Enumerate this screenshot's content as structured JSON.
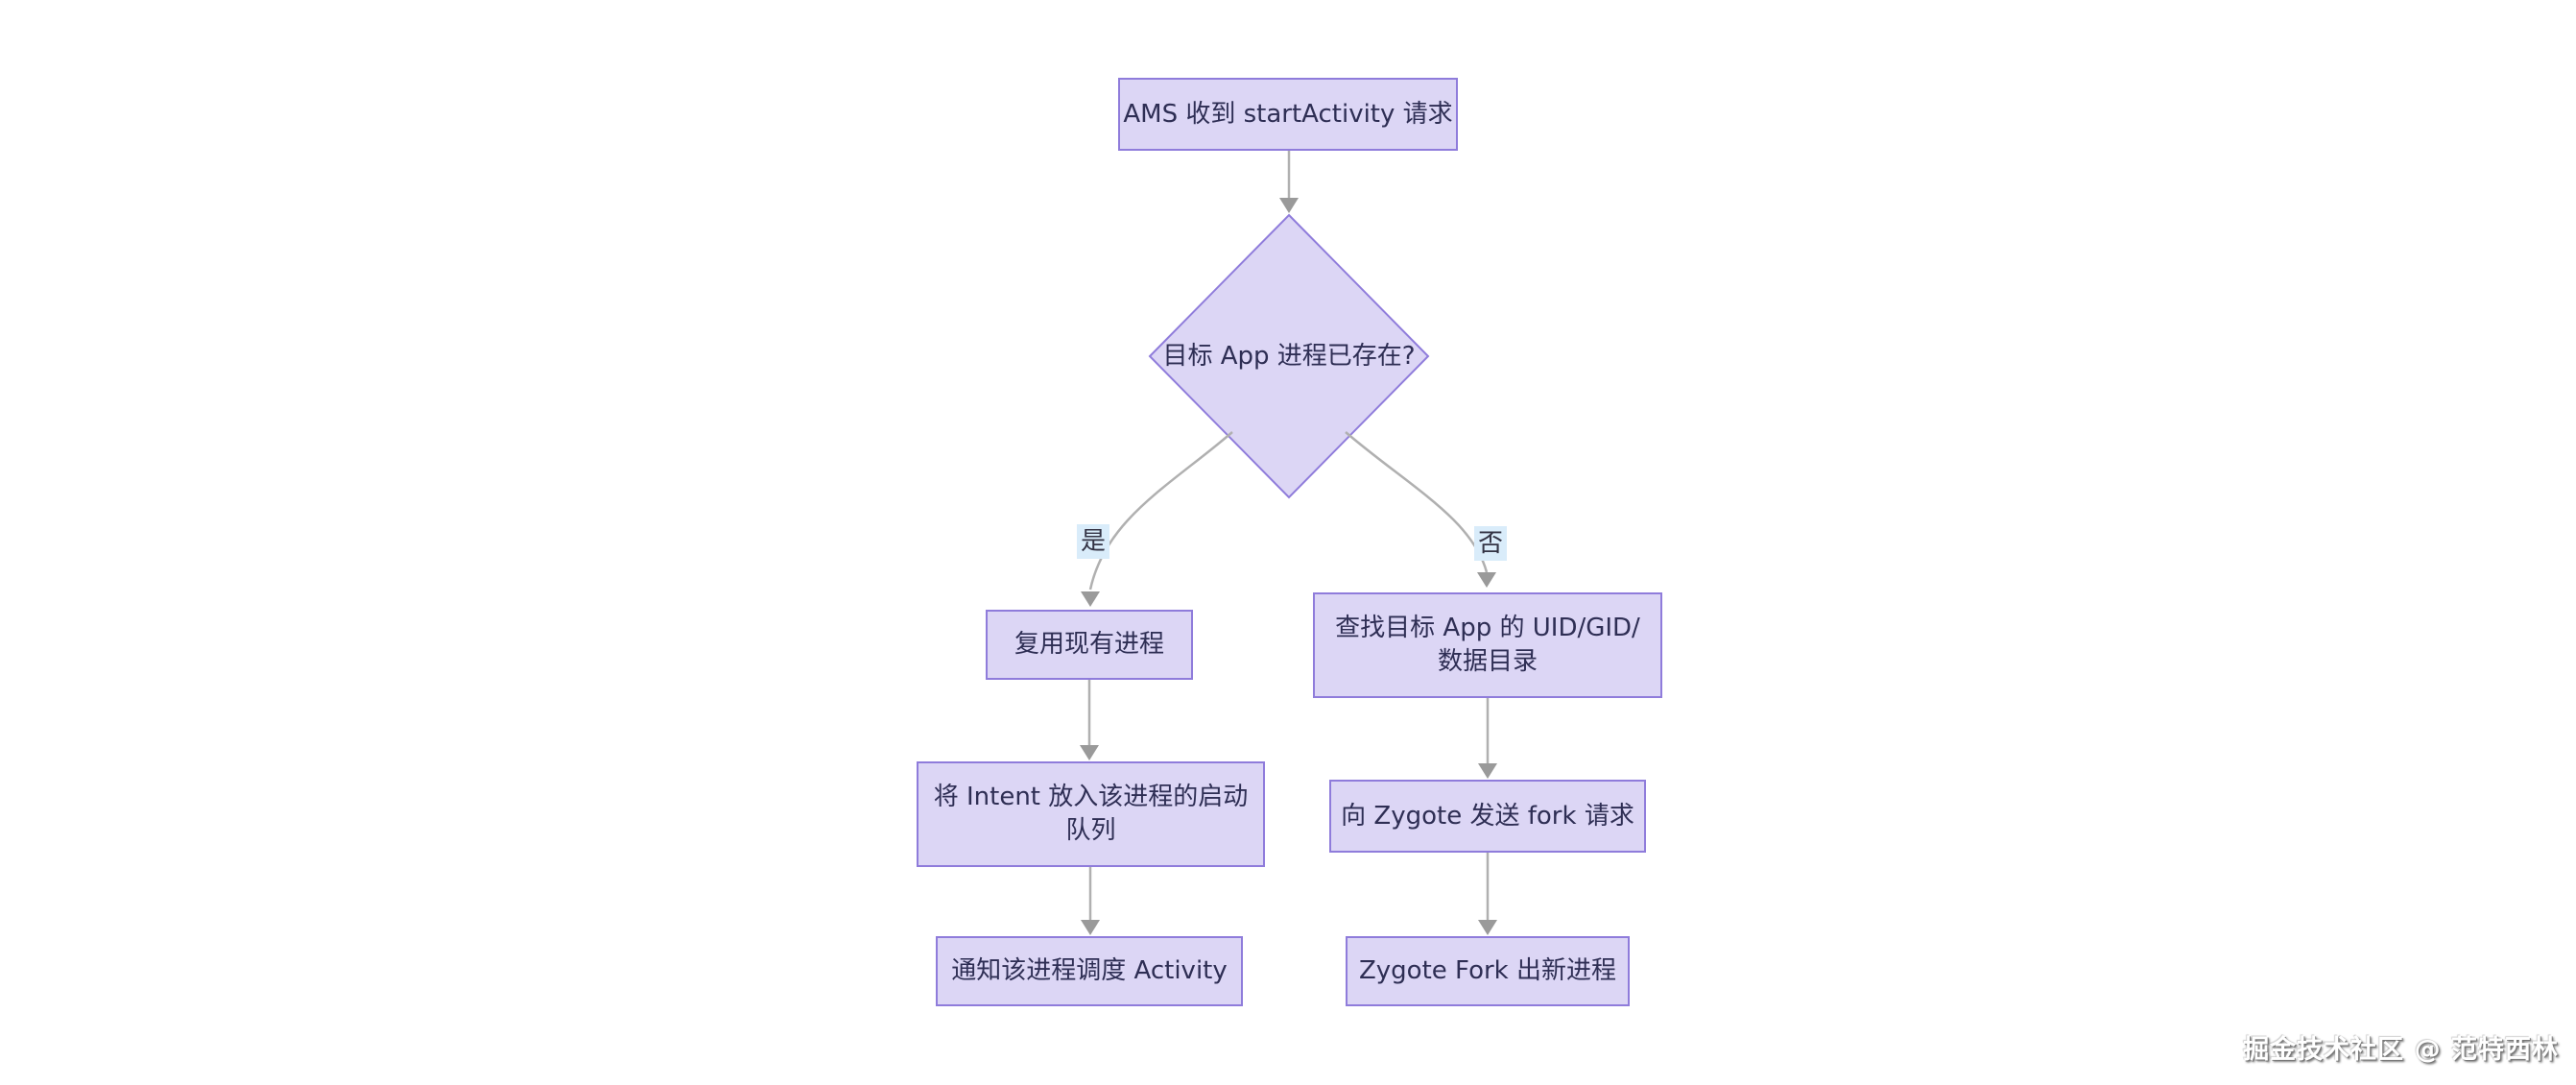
{
  "flowchart": {
    "nodes": {
      "start": {
        "label": "AMS 收到 startActivity 请求"
      },
      "decision": {
        "label": "目标 App 进程已存在?"
      },
      "reuse": {
        "label": "复用现有进程"
      },
      "enqueue": {
        "line1": "将 Intent 放入该进程的启动",
        "line2": "队列"
      },
      "notify": {
        "label": "通知该进程调度 Activity"
      },
      "lookup": {
        "line1": "查找目标 App 的 UID/GID/",
        "line2": "数据目录"
      },
      "fork_request": {
        "label": "向 Zygote 发送 fork 请求"
      },
      "new_process": {
        "label": "Zygote Fork 出新进程"
      }
    },
    "edge_labels": {
      "yes": "是",
      "no": "否"
    },
    "colors": {
      "node_fill": "#dcd6f5",
      "node_border": "#8f7cdb",
      "edge_line": "#b0b0b0",
      "arrowhead": "#9a9a9a",
      "edge_label_bg": "#d9ecfa",
      "node_text": "#2e2e54"
    }
  },
  "watermark": {
    "text": "掘金技术社区 @ 范特西林"
  }
}
